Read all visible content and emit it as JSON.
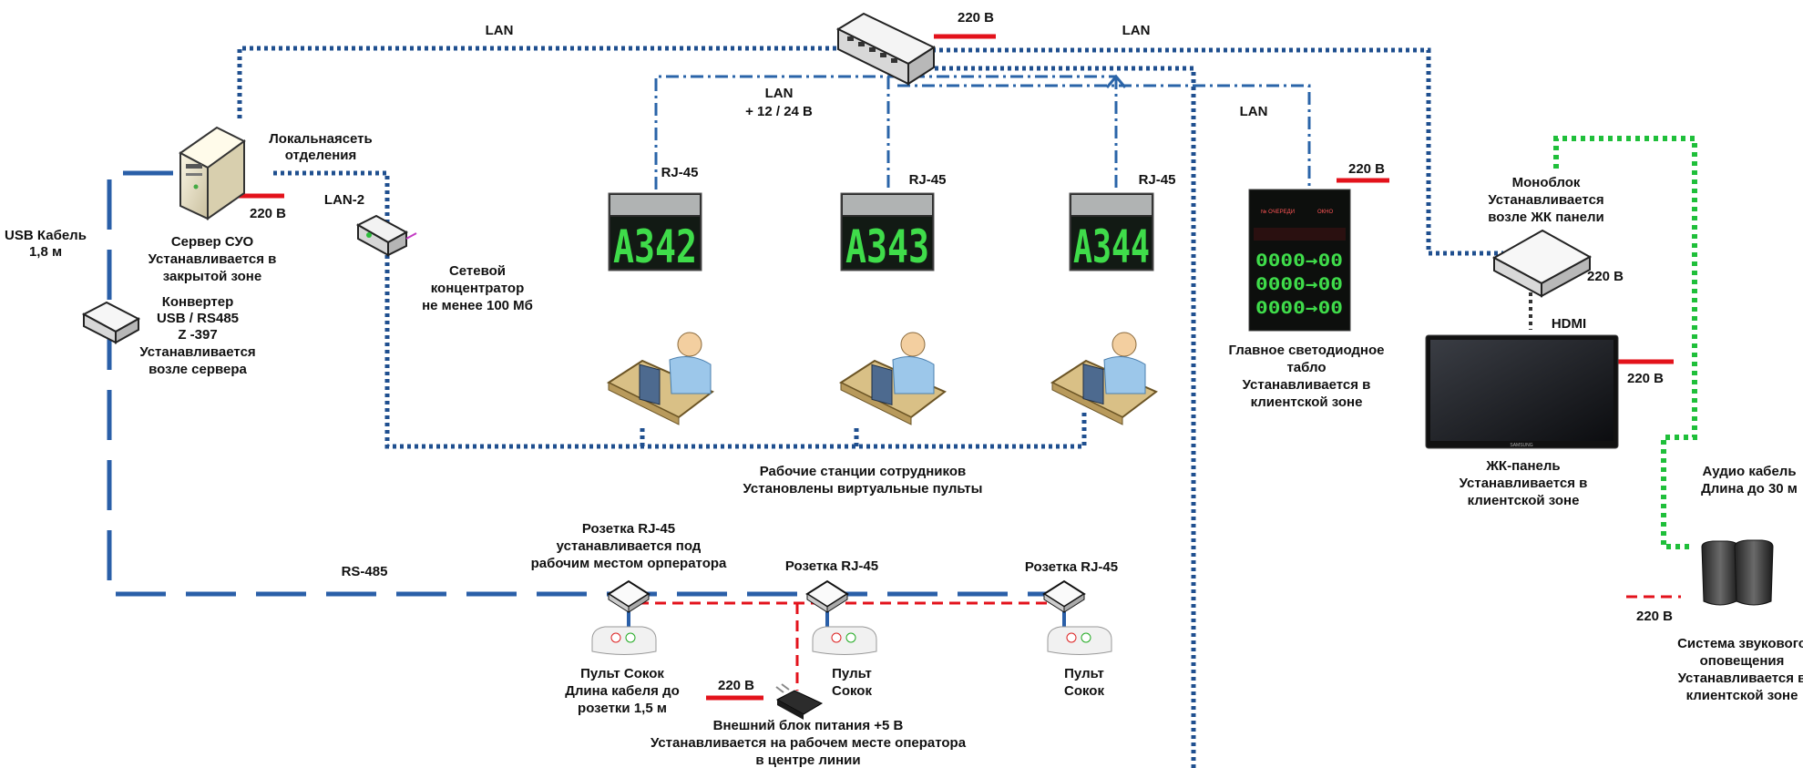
{
  "labels": {
    "lan_left": "LAN",
    "lan_right": "LAN",
    "lan_center": "LAN",
    "lan_power": "+ 12 / 24 В",
    "lan_board": "LAN",
    "switch_220": "220 В",
    "server_220": "220 В",
    "board_220": "220 В",
    "monoblock_220": "220 В",
    "lcd_220": "220 В",
    "psu_220": "220 В",
    "speakers_220": "220 В",
    "rj45_1": "RJ-45",
    "rj45_2": "RJ-45",
    "rj45_3": "RJ-45",
    "local_net": [
      "Локальнаясеть",
      "отделения"
    ],
    "lan2": "LAN-2",
    "usb_cable": [
      "USB Кабель",
      "1,8 м"
    ],
    "server": [
      "Сервер СУО",
      "Устанавливается в",
      "закрытой зоне"
    ],
    "hub": [
      "Сетевой",
      "концентратор",
      "не менее 100 Мб"
    ],
    "converter": [
      "Конвертер",
      "USB / RS485",
      "Z -397",
      "Устанавливается",
      "возле сервера"
    ],
    "workstations": [
      "Рабочие станции сотрудников",
      "Установлены виртуальные пульты"
    ],
    "main_board": [
      "Главное светодиодное",
      "табло",
      "Устанавливается в",
      "клиентской зоне"
    ],
    "monoblock": [
      "Моноблок",
      "Устанавливается",
      "возле ЖК панели"
    ],
    "hdmi": "HDMI",
    "lcd": [
      "ЖК-панель",
      "Устанавливается в",
      "клиентской зоне"
    ],
    "audio_cable": [
      "Аудио кабель",
      "Длина до 30 м"
    ],
    "sound": [
      "Система звукового",
      "оповещения",
      "Устанавливается в",
      "клиентской зоне"
    ],
    "rs485": "RS-485",
    "socket1": [
      "Розетка RJ-45",
      "устанавливается под",
      "рабочим местом орператора"
    ],
    "socket2": "Розетка RJ-45",
    "socket3": "Розетка RJ-45",
    "remote1": [
      "Пульт Сокок",
      "Длина кабеля до",
      "розетки 1,5 м"
    ],
    "remote2": [
      "Пульт",
      "Сокок"
    ],
    "remote3": [
      "Пульт",
      "Сокок"
    ],
    "psu": [
      "Внешний блок питания +5 В",
      "Устанавливается на рабочем месте оператора",
      "в центре линии"
    ]
  },
  "displays": {
    "d1": "А342",
    "d2": "А343",
    "d3": "А344"
  },
  "board_rows": [
    "0000→00",
    "0000→00",
    "0000→00"
  ],
  "lcd_brand": "SAMSUNG",
  "colors": {
    "lan": "#1f4f8f",
    "power": "#e3121b",
    "audio": "#1fbf3a",
    "hdmi": "#333333"
  }
}
